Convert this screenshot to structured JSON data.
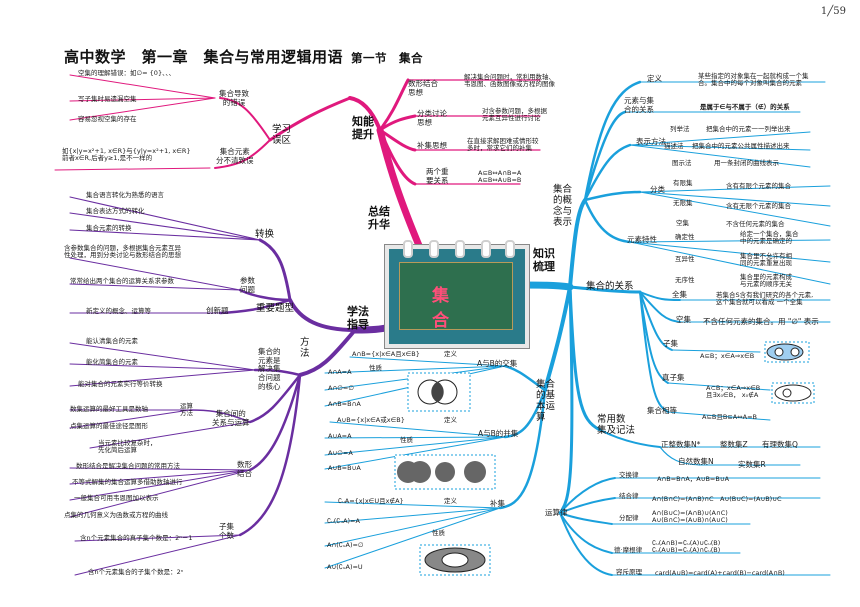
{
  "page_number": "1╱59",
  "title": {
    "main": "高中数学　第一章　集合与常用逻辑用语",
    "section": "第一节　集合"
  },
  "center": {
    "label": "集　合"
  },
  "colors": {
    "pink": "#e0197d",
    "blue": "#1aa0dc",
    "purple": "#6a2ea0",
    "dark": "#3a2a6a"
  },
  "hubs": {
    "summary": "总结\n升华",
    "knowledge": "知识\n梳理",
    "method": "学法\n指导",
    "skills": "知能\n提升",
    "mistakes": "学习\n误区",
    "concept": "集合\n的概\n念与\n表示",
    "relations": "集合的关系",
    "operations": "集合\n的基\n本运\n算",
    "notation": "常用数\n集及记法",
    "methods": "方\n法",
    "problem_types": "重要题型",
    "transform": "转换"
  },
  "mistakes": {
    "group1_label": "集合导致\n的错误",
    "items1": [
      "空集的理解错误：如∅= {0}、、、",
      "写子集时易遗漏空集",
      "容易忽视空集的存在"
    ],
    "group2_label": "集合元素\n分不清致误",
    "item2": "如{x|y=x²+1, x∈R}与{y|y=x²+1, x∈R}\n前者x∈R,后者y≥1,是不一样的"
  },
  "skills": [
    {
      "label": "数形结合\n思想",
      "text": "解决集合问题时，常利用数轴、\n韦恩图、函数图像或方程的图像"
    },
    {
      "label": "分类讨论\n思想",
      "text": "对含参数问题，多根据\n元素互异性进行讨论"
    },
    {
      "label": "补集思想",
      "text": "在直接求解困难或情形较\n多时，常求它们的补集"
    },
    {
      "label": "两个重\n要关系",
      "text": "A⊆B⇔A∩B=A\nA⊆B⇔A∪B=B"
    }
  ],
  "transform_items": [
    "集合语言转化为熟悉的语言",
    "集合表达方式的转化",
    "集合元素的转换"
  ],
  "problem_types": {
    "param_label": "参数\n问题",
    "param_items": [
      "含参数集合的问题，多根据集合元素互异\n性处理，用到分类讨论与数形结合的思想",
      "常常给出两个集合的运算关系求参数"
    ],
    "new_label": "创新题",
    "new_item": "新定义的概念、运算等"
  },
  "methods_list": {
    "core_label": "集合的\n元素是\n解决集\n合问题\n的核心",
    "core_items": [
      "能认清集合的元素",
      "能化简集合的元素",
      "能对集合的元素实行等价转换"
    ],
    "ops_label": "集合间的\n关系与运算",
    "ops_sub_label": "运算\n方法",
    "ops_items": [
      "数集运算的最好工具是数轴",
      "点集运算的最佳途径是图形"
    ],
    "ops_extra": "当元素比较复杂时，\n先化简后运算",
    "shape_label": "数形\n结合",
    "shape_items": [
      "数形结合是解决集合问题的常用方法",
      "不等式解集的集合运算多借助数轴进行",
      "一般集合可用韦恩图加以表示",
      "点集的几何意义为函数或方程的曲线"
    ],
    "sub_label": "子集\n个数",
    "sub_items": [
      "含n个元素集合的真子集个数是：2ⁿ－1",
      "含n个元素集合的子集个数是：2ⁿ"
    ]
  },
  "concept": {
    "definition_label": "定义",
    "definition_text": "某些指定的对象集在一起就构成一个集\n合。集合中的每个对象叫集合的元素",
    "relation_label": "元素与集\n合的关系",
    "relation_text": "是属于∈与不属于（∉）的关系",
    "repr_label": "表示方法",
    "repr_items": [
      {
        "label": "列举法",
        "text": "把集合中的元素一一列举出来"
      },
      {
        "label": "描述法",
        "text": "把集合中的元素公共属性描述出来"
      },
      {
        "label": "图示法",
        "text": "用一条封闭的曲线表示"
      }
    ],
    "class_label": "分类",
    "class_items": [
      {
        "label": "有限集",
        "text": "含有有限个元素的集合"
      },
      {
        "label": "无限集",
        "text": "含有无限个元素的集合"
      },
      {
        "label": "空集",
        "text": "不含任何元素的集合"
      }
    ],
    "prop_label": "元素特性",
    "prop_items": [
      {
        "label": "确定性",
        "text": "给定一个集合，集合\n中的元素是确定的"
      },
      {
        "label": "互异性",
        "text": "集合里不允许有相\n同的元素重复出现"
      },
      {
        "label": "无序性",
        "text": "集合里的元素构成\n与元素的顺序无关"
      }
    ]
  },
  "relations": {
    "equal_label": "全集",
    "equal_text": "若集合S含有我们研究的各个元素,\n这个集合就可以看成 一个全集",
    "empty_label": "空集",
    "empty_text": "不含任何元素的集合。用 \"∅\" 表示",
    "subset_label": "子集",
    "subset_text": "A⊆B；x∈A⇒x∈B",
    "proper_label": "真子集",
    "proper_text": "A⊂B；x∈A⇒x∈B\n且∃x₀∈B， x₀∉A",
    "eq_label": "集合相等",
    "eq_text": "A⊆B且B⊆A⇔A=B"
  },
  "operations": {
    "intersection_label": "A与B的交集",
    "intersection_def": "A∩B={x|x∈A且x∈B}",
    "intersection_props": [
      "A∩A=A",
      "A∩∅=∅",
      "A∩B=B∩A"
    ],
    "union_label": "A与B的并集",
    "union_def": "A∪B={x|x∈A或x∈B}",
    "union_props": [
      "A∪A=A",
      "A∪∅=A",
      "A∪B=B∪A"
    ],
    "complement_label": "补集",
    "complement_def": "∁ᵤA={x|x∈U且x∉A}",
    "complement_props": [
      "∁ᵤ(∁ᵤA)=A",
      "A∩(∁ᵤA)=∅",
      "A∪(∁ᵤA)=U"
    ],
    "def_word": "定义",
    "prop_word": "性质"
  },
  "notation": {
    "row1": [
      "正整数集N*",
      "整数集Z",
      "有理数集Q"
    ],
    "row2": [
      "自然数集N",
      "实数集R"
    ]
  },
  "laws": {
    "label": "运算律",
    "items": [
      {
        "label": "交换律",
        "text": "A∩B=B∩A，A∪B=B∪A"
      },
      {
        "label": "结合律",
        "text": "A∩(B∩C)=(A∩B)∩C　A∪(B∪C)=(A∪B)∪C"
      },
      {
        "label": "分配律",
        "text": "A∩(B∪C)=(A∩B)∪(A∩C)\nA∪(B∩C)=(A∪B)∩(A∪C)"
      },
      {
        "label": "德·摩根律",
        "text": "∁ᵤ(A∩B)=∁ᵤ(A)∪∁ᵤ(B)\n∁ᵤ(A∪B)=∁ᵤ(A)∩∁ᵤ(B)"
      },
      {
        "label": "容斥原理",
        "text": "card(A∪B)=card(A)+card(B)−card(A∩B)"
      }
    ]
  }
}
